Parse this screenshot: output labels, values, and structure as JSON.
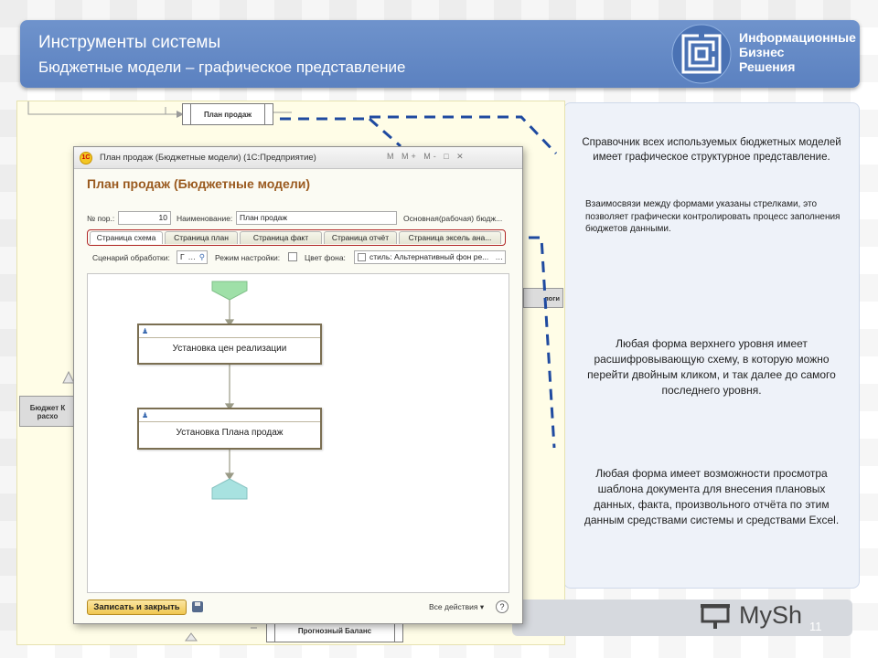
{
  "header": {
    "title": "Инструменты системы",
    "subtitle": "Бюджетные модели – графическое представление"
  },
  "logo": {
    "line1": "Информационные",
    "line2": "Бизнес",
    "line3": "Решения"
  },
  "diagram": {
    "top_box": "План продаж",
    "left_box_line1": "Бюджет К",
    "left_box_line2": "расхо",
    "right_box": "логи",
    "bottom_box": "Прогнозный Баланс"
  },
  "window": {
    "title": "План продаж (Бюджетные модели)  (1С:Предприятие)",
    "toolbar_icons": "M M+ M- □ ✕",
    "heading": "План продаж (Бюджетные модели)",
    "number_label": "№ пор.:",
    "number_value": "10",
    "name_label": "Наименование:",
    "name_value": "План продаж",
    "basic_label": "Основная(рабочая) бюдж...",
    "tabs": [
      {
        "label": "Страница схема"
      },
      {
        "label": "Страница план"
      },
      {
        "label": "Страница факт"
      },
      {
        "label": "Страница отчёт"
      },
      {
        "label": "Страница эксель ана..."
      }
    ],
    "scenario_label": "Сценарий обработки:",
    "scenario_value": "Г",
    "mode_label": "Режим настройки:",
    "bg_label": "Цвет фона:",
    "style_value": "стиль: Альтернативный фон ре...",
    "process1": "Установка цен реализации",
    "process2": "Установка Плана продаж",
    "save_button": "Записать и закрыть",
    "all_actions": "Все действия ▾",
    "help": "?"
  },
  "descriptions": {
    "d1": "Справочник всех используемых бюджетных моделей имеет графическое структурное представление.",
    "d2": "Взаимосвязи между формами указаны стрелками, это позволяет графически контролировать процесс заполнения бюджетов данными.",
    "d3": "Любая форма верхнего уровня имеет расшифровывающую схему, в которую можно перейти двойным кликом, и так далее до самого последнего уровня.",
    "d4": "Любая форма имеет возможности просмотра шаблона документа для внесения плановых данных, факта, произвольного отчёта по этим данным средствами системы и средствами Excel."
  },
  "footer": {
    "brand": "MySh",
    "page_number": "11"
  },
  "colors": {
    "header_blue": "#5b81c0",
    "dash_blue": "#1f4aa0",
    "tab_outline_red": "#b12828",
    "form_heading_brown": "#9a5a1f",
    "start_shape_green": "#9fe0a8",
    "end_shape_cyan": "#a8e2e0"
  }
}
